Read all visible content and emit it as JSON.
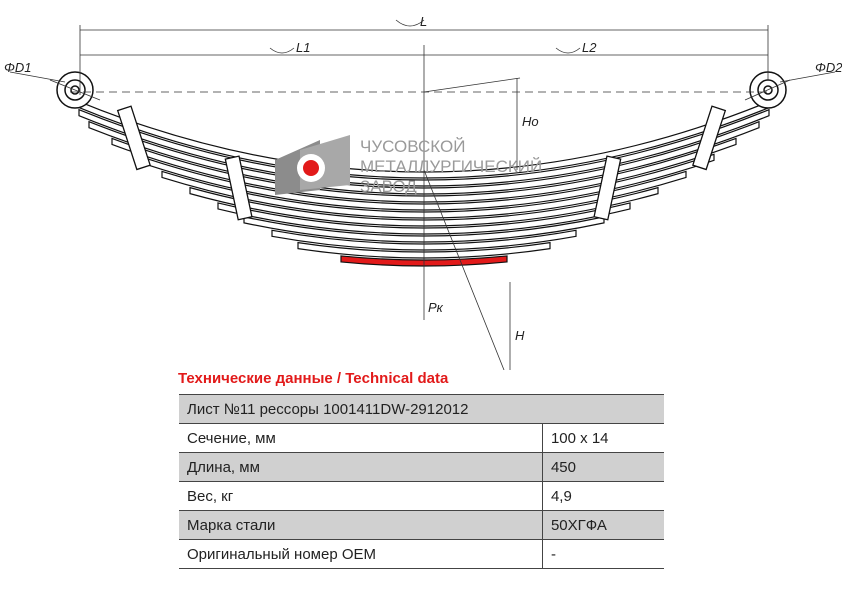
{
  "drawing": {
    "labels": {
      "L": "L",
      "L1": "L1",
      "L2": "L2",
      "D1": "ΦD1",
      "D2": "ΦD2",
      "Ho": "Ho",
      "H": "H",
      "Pk": "Pк"
    },
    "logo": {
      "line1": "ЧУСОВСКОЙ",
      "line2": "МЕТАЛЛУРГИЧЕСКИЙ",
      "line3": "ЗАВОД"
    },
    "colors": {
      "accent": "#e21a1a",
      "leaf": "#ffffff",
      "stroke": "#111111"
    }
  },
  "section_title": "Технические данные / Technical data",
  "table": {
    "header": "Лист №11 рессоры 1001411DW-2912012",
    "rows": [
      {
        "label": "Сечение, мм",
        "value": "100 x 14"
      },
      {
        "label": "Длина, мм",
        "value": "450"
      },
      {
        "label": "Вес, кг",
        "value": "4,9"
      },
      {
        "label": "Марка стали",
        "value": "50ХГФА"
      },
      {
        "label": "Оригинальный номер OEM",
        "value": "-"
      }
    ]
  }
}
